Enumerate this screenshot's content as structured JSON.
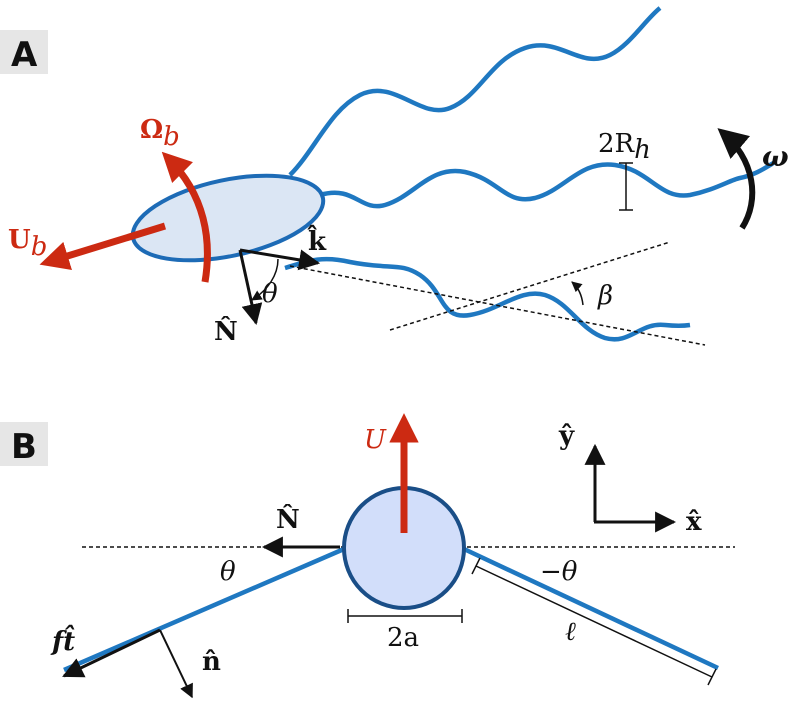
{
  "colors": {
    "flagellum": "#1f78c1",
    "body_fill": "#dbe6f4",
    "body_fill_b": "#d2defa",
    "body_edge": "#1d6bb6",
    "arrow_red": "#cc2a12",
    "ink": "#111111",
    "badge": "#e6e6e6"
  },
  "panel_a": {
    "letter": "A",
    "labels": {
      "Ub": "U",
      "Ub_sub": "b",
      "Omega_b": "Ω",
      "Omega_b_sub": "b",
      "k_hat": "k̂",
      "N_hat": "N̂",
      "theta": "θ",
      "beta": "β",
      "two_Rh": "2R",
      "two_Rh_sub": "h",
      "omega": "ω"
    }
  },
  "panel_b": {
    "letter": "B",
    "labels": {
      "U": "U",
      "y_hat": "ŷ",
      "x_hat": "x̂",
      "N_hat": "N̂",
      "theta": "θ",
      "minus_theta": "−θ",
      "two_a": "2a",
      "ell": "ℓ",
      "f_t_hat": "ft̂",
      "n_hat": "n̂"
    }
  }
}
